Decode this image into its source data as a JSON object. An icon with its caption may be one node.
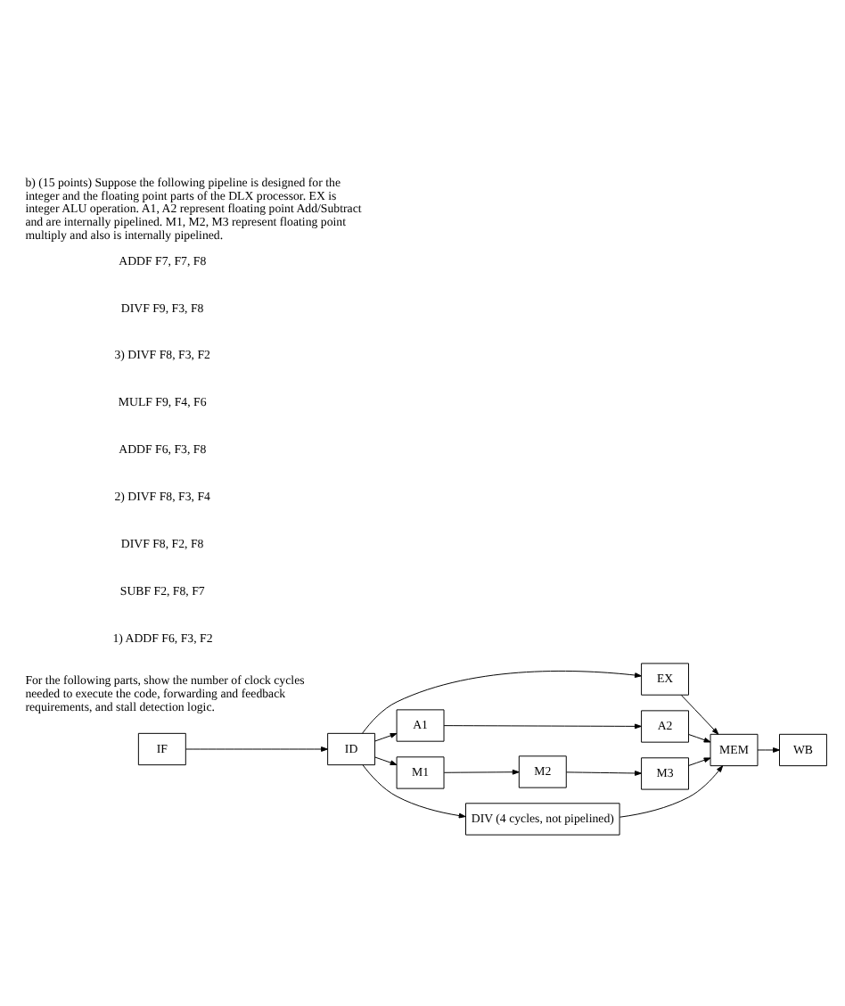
{
  "diagram": {
    "title": "b) (15 points) Suppose the following pipeline is designed for the integer and the floating point parts of the DLX processor. EX is integer ALU operation. A1, A2 represent floating point Add/Subtract and are internally pipelined. M1, M2, M3 represent floating point multiply and also is internally pipelined.",
    "nodes": [
      {
        "text": [
          "IF"
        ]
      },
      {
        "text": [
          "ID"
        ]
      },
      {
        "text": [
          "EX"
        ]
      },
      {
        "text": [
          "A1"
        ]
      },
      {
        "text": [
          "A2"
        ]
      },
      {
        "text": [
          "M1"
        ]
      },
      {
        "text": [
          "M2"
        ]
      },
      {
        "text": [
          "M3"
        ]
      },
      {
        "text": [
          "DIV (4 cycles, not pipelined)"
        ]
      },
      {
        "text": [
          "MEM"
        ]
      },
      {
        "text": [
          "WB"
        ]
      }
    ],
    "edges": [
      {
        "from": 0,
        "to": 1,
        "arrow": "to"
      },
      {
        "from": 1,
        "to": 2,
        "arrow": "to"
      },
      {
        "from": 1,
        "to": 3,
        "arrow": "to"
      },
      {
        "from": 1,
        "to": 5,
        "arrow": "to"
      },
      {
        "from": 1,
        "to": 8,
        "arrow": "to"
      },
      {
        "from": 2,
        "to": 9,
        "arrow": "to"
      },
      {
        "from": 3,
        "to": 4,
        "arrow": "to"
      },
      {
        "from": 4,
        "to": 9,
        "arrow": "to"
      },
      {
        "from": 5,
        "to": 6,
        "arrow": "to"
      },
      {
        "from": 6,
        "to": 7,
        "arrow": "to"
      },
      {
        "from": 7,
        "to": 9,
        "arrow": "to"
      },
      {
        "from": 8,
        "to": 9,
        "arrow": "to"
      },
      {
        "from": 9,
        "to": 10,
        "arrow": "to"
      }
    ],
    "labels": [
      "For the following parts, show the number of clock cycles needed to execute the code, forwarding and feedback requirements, and stall detection logic.",
      "1) ADDF F6, F3, F2",
      "SUBF F2, F8, F7",
      "DIVF F8, F2, F8",
      "2) DIVF F8, F3, F4",
      "ADDF F6, F3, F8",
      "MULF F9, F4, F6",
      "3) DIVF F8, F3, F2",
      "DIVF F9, F3, F8",
      "ADDF F7, F7, F8"
    ]
  }
}
